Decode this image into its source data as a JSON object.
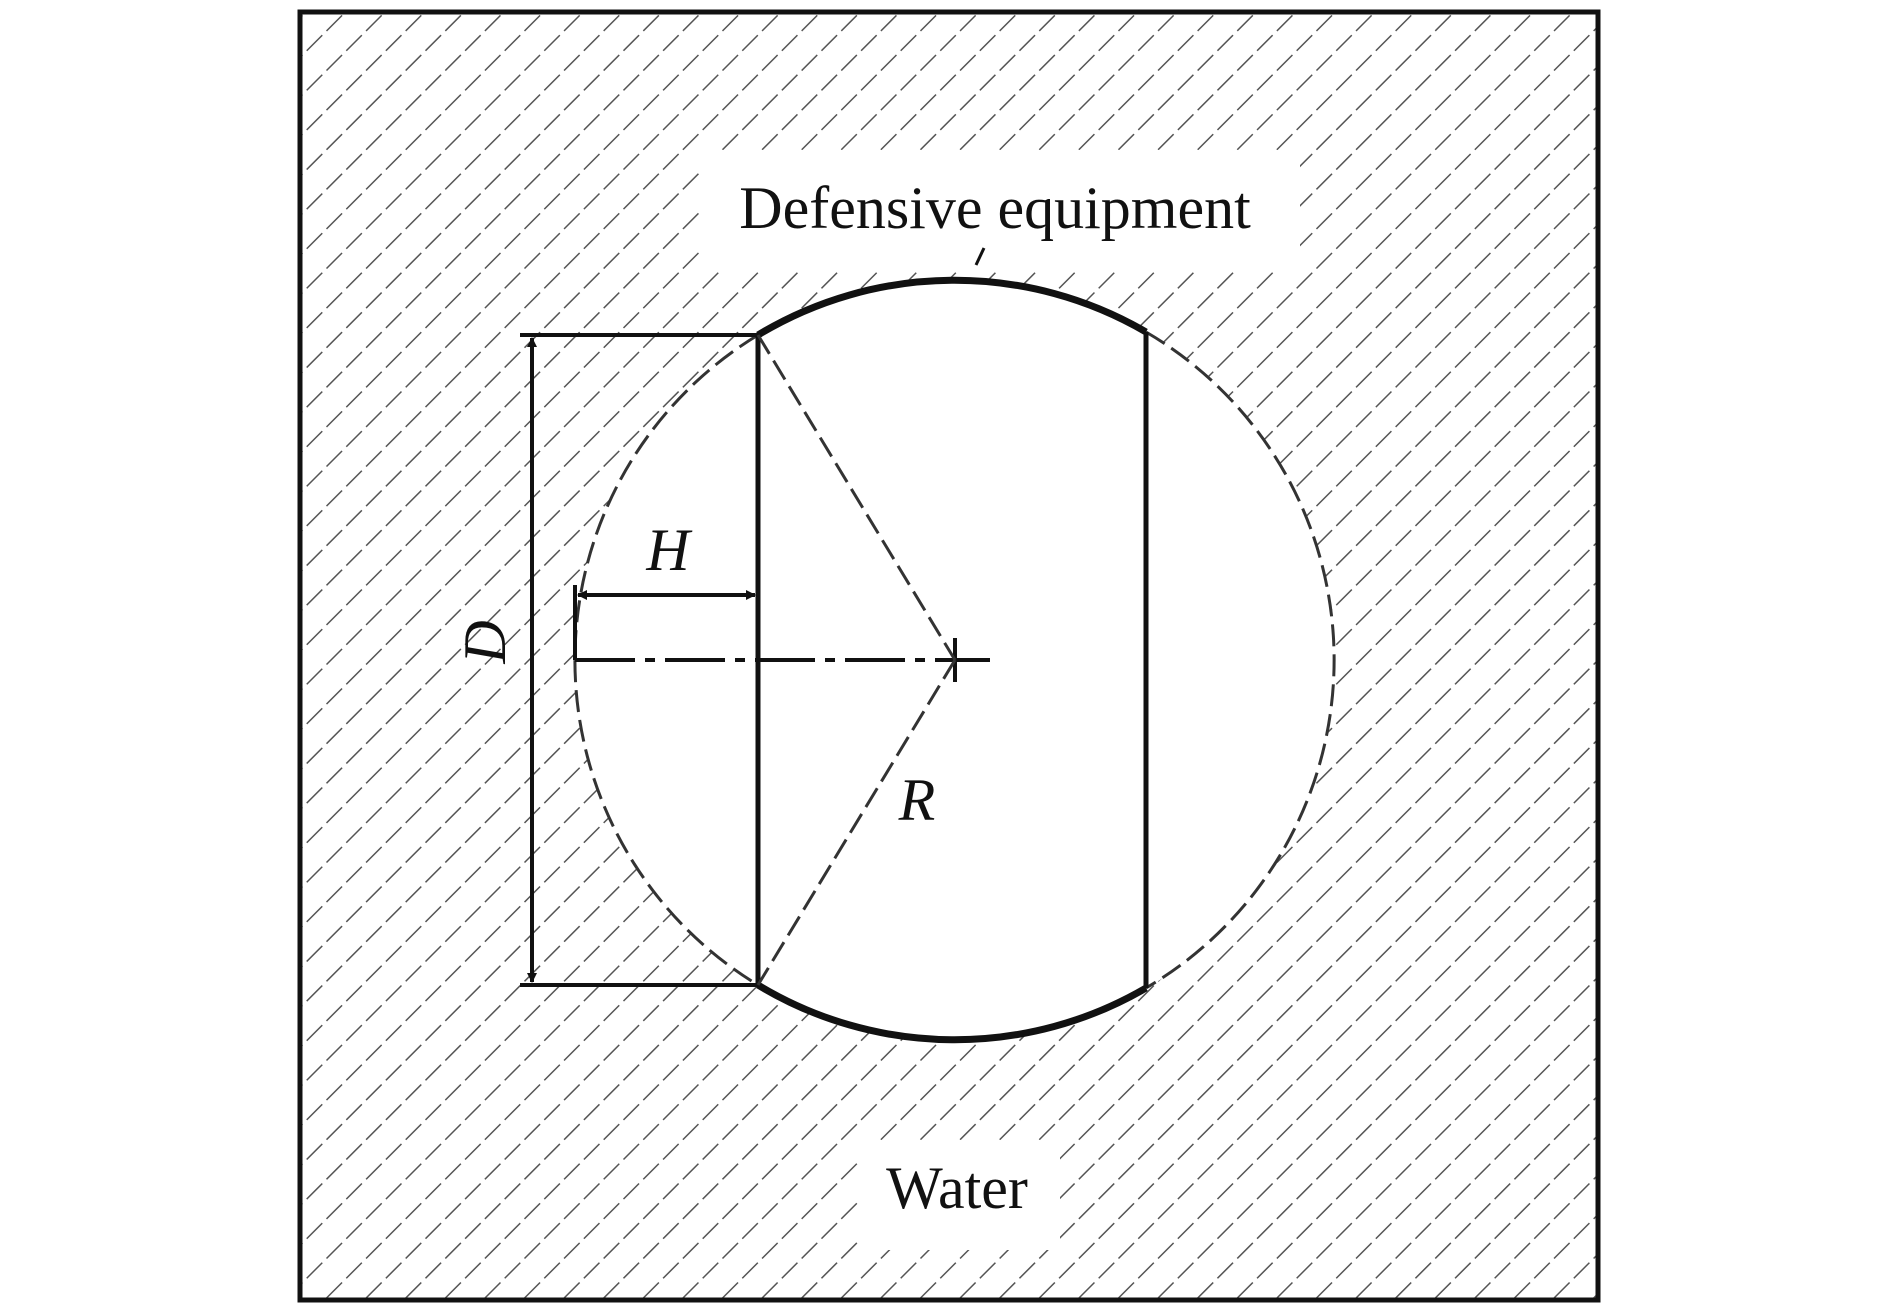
{
  "diagram": {
    "labels": {
      "top_region": "Defensive equipment",
      "bottom_region": "Water",
      "diameter": "D",
      "depth": "H",
      "radius": "R"
    },
    "colors": {
      "ink": "#111111",
      "hatch": "#444444",
      "background": "#ffffff"
    }
  }
}
